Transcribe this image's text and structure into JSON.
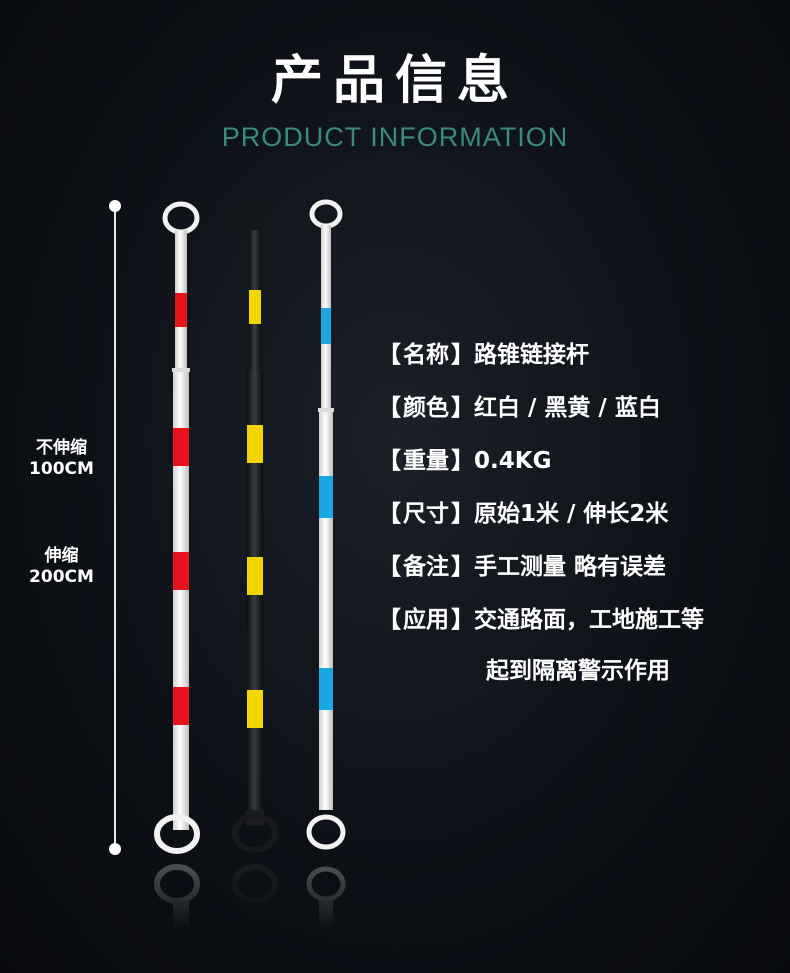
{
  "header": {
    "title": "产品信息",
    "subtitle": "PRODUCT INFORMATION"
  },
  "dimensions": {
    "retracted": {
      "line1": "不伸缩",
      "line2": "100CM"
    },
    "extended": {
      "line1": "伸缩",
      "line2": "200CM"
    }
  },
  "specs": [
    {
      "key": "名称",
      "value": "路锥链接杆"
    },
    {
      "key": "颜色",
      "value": "红白 / 黑黄 / 蓝白"
    },
    {
      "key": "重量",
      "value": "0.4KG"
    },
    {
      "key": "尺寸",
      "value": "原始1米 / 伸长2米"
    },
    {
      "key": "备注",
      "value": "手工测量 略有误差"
    },
    {
      "key": "应用",
      "value": "交通路面，工地施工等",
      "value_line2": "起到隔离警示作用"
    }
  ],
  "colors": {
    "red_stripe": "#e8121c",
    "yellow_stripe": "#f2d600",
    "blue_stripe": "#1aa6e0",
    "pole_white": "#f4f4f4",
    "pole_black": "#1c1d21",
    "subtitle_teal": "#3a8a7e"
  }
}
